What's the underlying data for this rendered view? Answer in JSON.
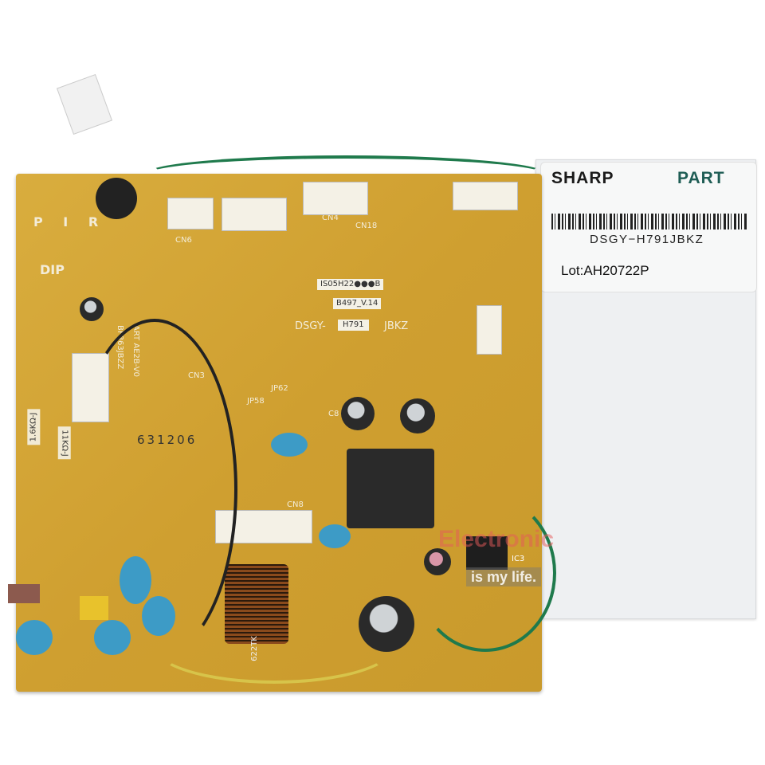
{
  "label": {
    "brand": "SHARP",
    "tag": "PART",
    "part_number": "DSGY−H791JBKZ",
    "lot": "Lot:AH20722P"
  },
  "pcb": {
    "silkscreen": {
      "dip": "DIP",
      "pir": "P I R",
      "ic_code": "IS05H22●●●B",
      "version": "B497_V.14",
      "model_prefix": "DSGY-",
      "model_mid": "H791",
      "model_suffix": "JBKZ",
      "art": "ART AE2B-V0",
      "board_code": "BF863JBZZ",
      "date_code": "631206",
      "choke": "622TK",
      "cn3": "CN3",
      "cn4": "CN4",
      "cn6": "CN6",
      "cn8": "CN8",
      "cn18": "CN18",
      "jp58": "JP58",
      "jp62": "JP62",
      "c8": "C8",
      "res1": "1.6KΩ-J",
      "res2": "11KΩ-J",
      "ic3": "IC3"
    }
  },
  "watermark": {
    "line1": "Electronic",
    "line2": "is my life."
  },
  "colors": {
    "pcb": "#d4a636",
    "label_part_text": "#1f5d55",
    "y_capacitor": "#3d9bc6"
  }
}
